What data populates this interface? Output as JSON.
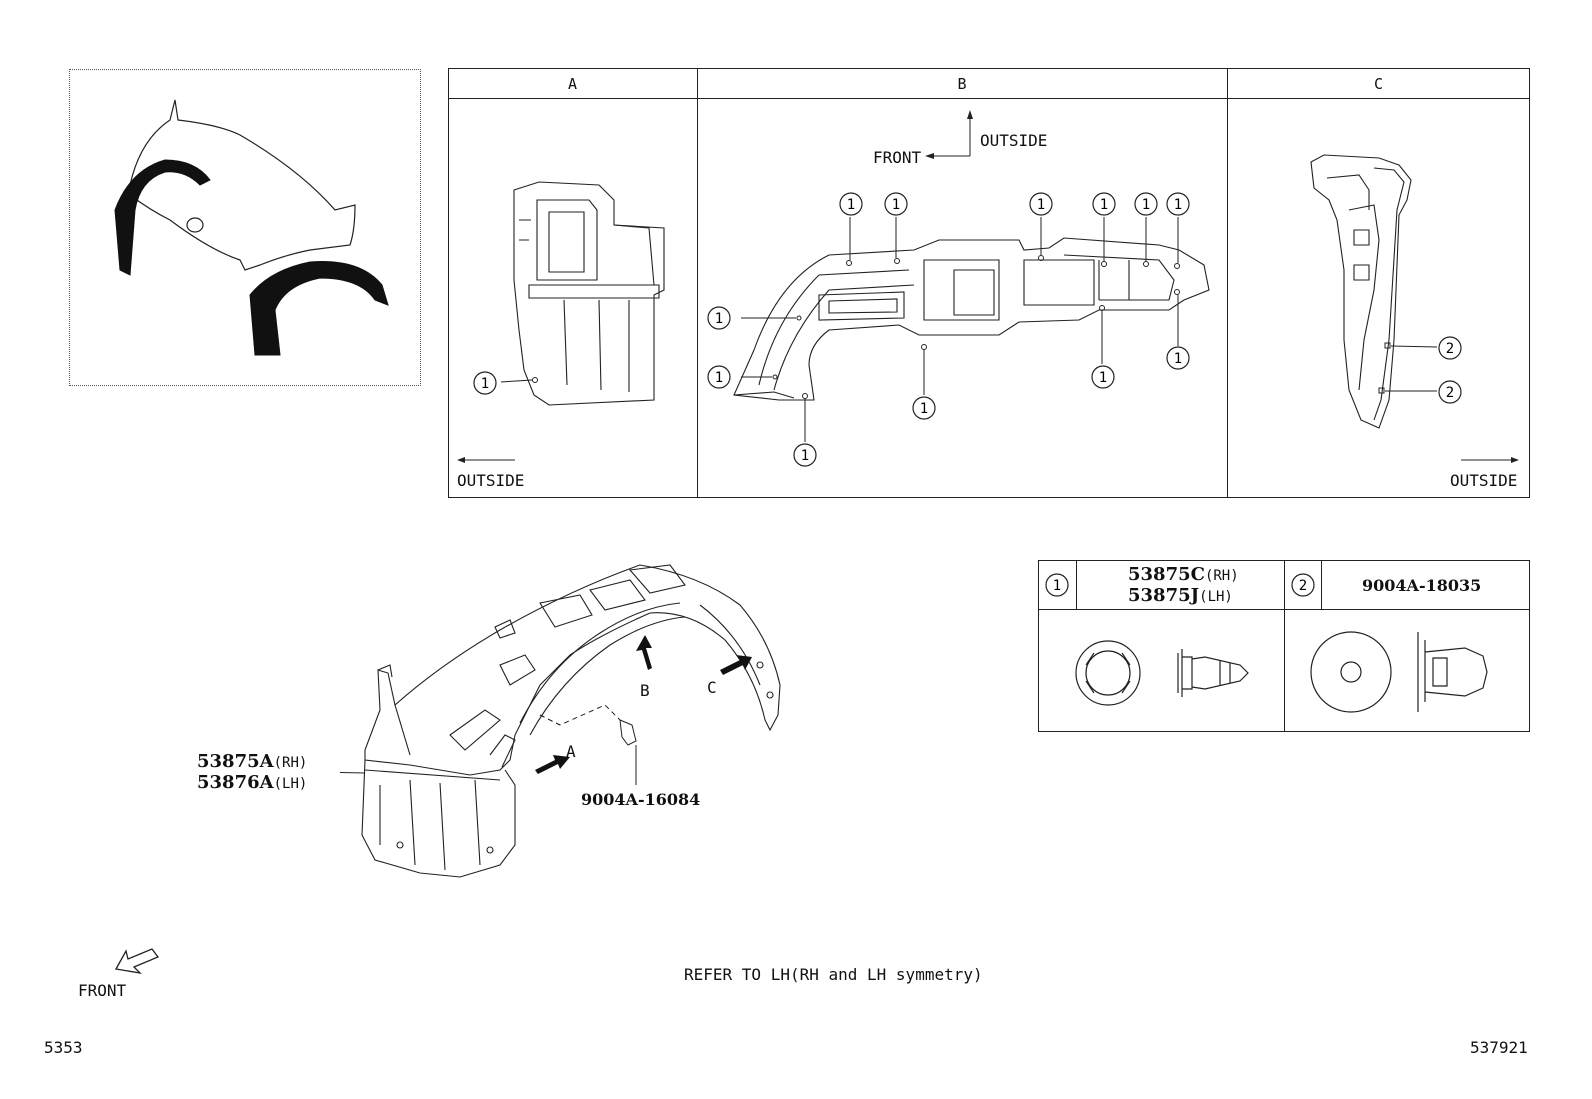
{
  "view_headers": [
    "A",
    "B",
    "C"
  ],
  "orientation": {
    "outside_left": "OUTSIDE",
    "outside_right": "OUTSIDE",
    "b_front": "FRONT",
    "b_outside": "OUTSIDE"
  },
  "callout_marker": "1",
  "callout_marker_2": "2",
  "parts": {
    "liner_rh": "53875A",
    "liner_rh_side": "(RH)",
    "liner_lh": "53876A",
    "liner_lh_side": "(LH)",
    "screw": "9004A-16084",
    "view_a": "A",
    "view_b": "B",
    "view_c": "C"
  },
  "legend": {
    "item1_no": "1",
    "item1_rh": "53875C",
    "item1_rh_side": "(RH)",
    "item1_lh": "53875J",
    "item1_lh_side": "(LH)",
    "item2_no": "2",
    "item2_part": "9004A-18035"
  },
  "front_label": "FRONT",
  "note": "REFER TO LH(RH and LH symmetry)",
  "page_left": "5353",
  "page_right": "537921"
}
